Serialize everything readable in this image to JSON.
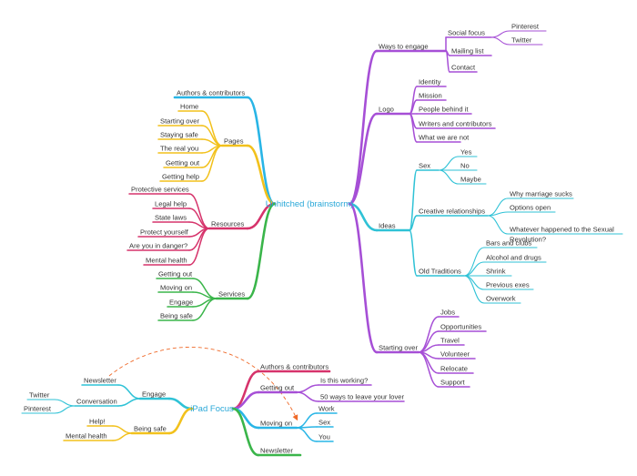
{
  "colors": {
    "blue": "#29b5e6",
    "purple": "#a64fd6",
    "teal": "#2fc2d6",
    "yellow": "#f2c11c",
    "pink": "#d6336b",
    "green": "#3ab54a",
    "arrow": "#ef6a2a",
    "root_text": "#2aa8d8"
  },
  "roots": [
    {
      "id": "main",
      "label": "Unhitched (brainstorm)",
      "children": [
        {
          "label": "Ways to engage",
          "color": "purple",
          "children": [
            {
              "label": "Social focus",
              "children": [
                {
                  "label": "Pinterest"
                },
                {
                  "label": "Twitter"
                }
              ]
            },
            {
              "label": "Mailing list"
            },
            {
              "label": "Contact"
            }
          ]
        },
        {
          "label": "Logo",
          "color": "purple",
          "children": [
            {
              "label": "Identity"
            },
            {
              "label": "Mission"
            },
            {
              "label": "People behind it"
            },
            {
              "label": "Writers and contributors"
            },
            {
              "label": "What we are not"
            }
          ]
        },
        {
          "label": "Ideas",
          "color": "teal",
          "children": [
            {
              "label": "Sex",
              "children": [
                {
                  "label": "Yes"
                },
                {
                  "label": "No"
                },
                {
                  "label": "Maybe"
                }
              ]
            },
            {
              "label": "Creative relationships",
              "children": [
                {
                  "label": "Why marriage sucks"
                },
                {
                  "label": "Options open"
                },
                {
                  "label": "Whatever happened to the Sexual",
                  "label2": "Revolution?"
                }
              ]
            },
            {
              "label": "Old Traditions",
              "children": [
                {
                  "label": "Bars and clubs"
                },
                {
                  "label": "Alcohol and drugs"
                },
                {
                  "label": "Shrink"
                },
                {
                  "label": "Previous exes"
                },
                {
                  "label": "Overwork"
                }
              ]
            }
          ]
        },
        {
          "label": "Starting over",
          "color": "purple",
          "children": [
            {
              "label": "Jobs"
            },
            {
              "label": "Opportunities"
            },
            {
              "label": "Travel"
            },
            {
              "label": "Volunteer"
            },
            {
              "label": "Relocate"
            },
            {
              "label": "Support"
            }
          ]
        },
        {
          "label": "Authors & contributors",
          "color": "blue"
        },
        {
          "label": "Pages",
          "color": "yellow",
          "children": [
            {
              "label": "Home"
            },
            {
              "label": "Starting over"
            },
            {
              "label": "Staying safe"
            },
            {
              "label": "The real you"
            },
            {
              "label": "Getting out"
            },
            {
              "label": "Getting help"
            }
          ]
        },
        {
          "label": "Resources",
          "color": "pink",
          "children": [
            {
              "label": "Protective services"
            },
            {
              "label": "Legal help"
            },
            {
              "label": "State laws"
            },
            {
              "label": "Protect yourself"
            },
            {
              "label": "Are you in danger?"
            },
            {
              "label": "Mental health"
            }
          ]
        },
        {
          "label": "Services",
          "color": "green",
          "children": [
            {
              "label": "Getting out"
            },
            {
              "label": "Moving on"
            },
            {
              "label": "Engage"
            },
            {
              "label": "Being safe"
            }
          ]
        }
      ]
    },
    {
      "id": "ipad",
      "label": "iPad Focus",
      "children": [
        {
          "label": "Authors & contributors",
          "color": "pink"
        },
        {
          "label": "Getting out",
          "color": "purple",
          "children": [
            {
              "label": "Is this working?"
            },
            {
              "label": "50 ways to leave your lover"
            }
          ]
        },
        {
          "label": "Moving on",
          "color": "blue",
          "children": [
            {
              "label": "Work"
            },
            {
              "label": "Sex"
            },
            {
              "label": "You"
            }
          ]
        },
        {
          "label": "Newsletter",
          "color": "green"
        },
        {
          "label": "Engage",
          "color": "teal",
          "children": [
            {
              "label": "Newsletter"
            },
            {
              "label": "Conversation",
              "children": [
                {
                  "label": "Twitter"
                },
                {
                  "label": "Pinterest"
                }
              ]
            }
          ]
        },
        {
          "label": "Being safe",
          "color": "yellow",
          "children": [
            {
              "label": "Help!"
            },
            {
              "label": "Mental health"
            }
          ]
        }
      ]
    }
  ]
}
